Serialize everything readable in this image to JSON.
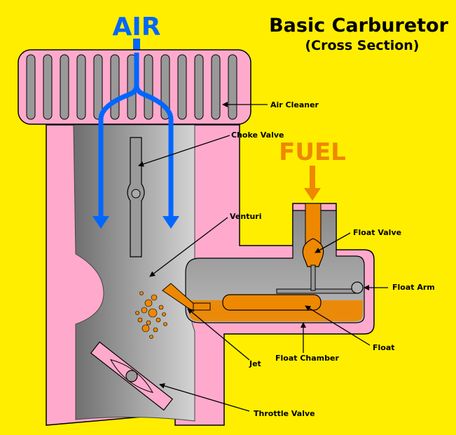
{
  "title": "Basic Carburetor",
  "subtitle": "(Cross Section)",
  "air_label": "AIR",
  "fuel_label": "FUEL",
  "parts": {
    "air_cleaner": "Air Cleaner",
    "choke_valve": "Choke Valve",
    "venturi": "Venturi",
    "float_valve": "Float Valve",
    "float_arm": "Float Arm",
    "float": "Float",
    "float_chamber": "Float Chamber",
    "jet": "Jet",
    "throttle_valve": "Throttle Valve"
  },
  "colors": {
    "background": "#ffee00",
    "housing": "#ffaacc",
    "metal": "#999999",
    "air": "#0066ff",
    "fuel": "#ee8800"
  }
}
